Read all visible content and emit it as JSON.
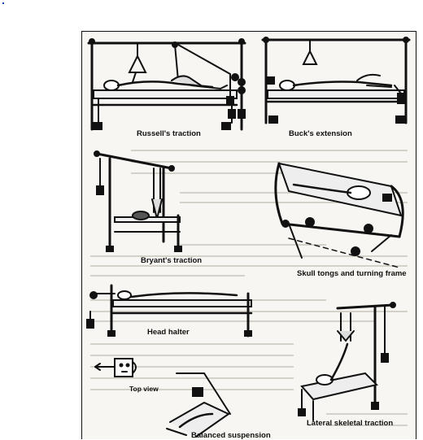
{
  "captions": {
    "russell": "Russell's traction",
    "buck": "Buck's extension",
    "bryant": "Bryant's traction",
    "skull": "Skull tongs and turning frame",
    "head_halter": "Head halter",
    "top_view": "Top view",
    "lateral": "Lateral skeletal traction",
    "balanced": "Balanced suspension"
  },
  "colors": {
    "ink": "#111111",
    "page": "#f7f6f2",
    "bleed_text": "#b9b6ae",
    "corner_dot": "#1a3fb0"
  }
}
